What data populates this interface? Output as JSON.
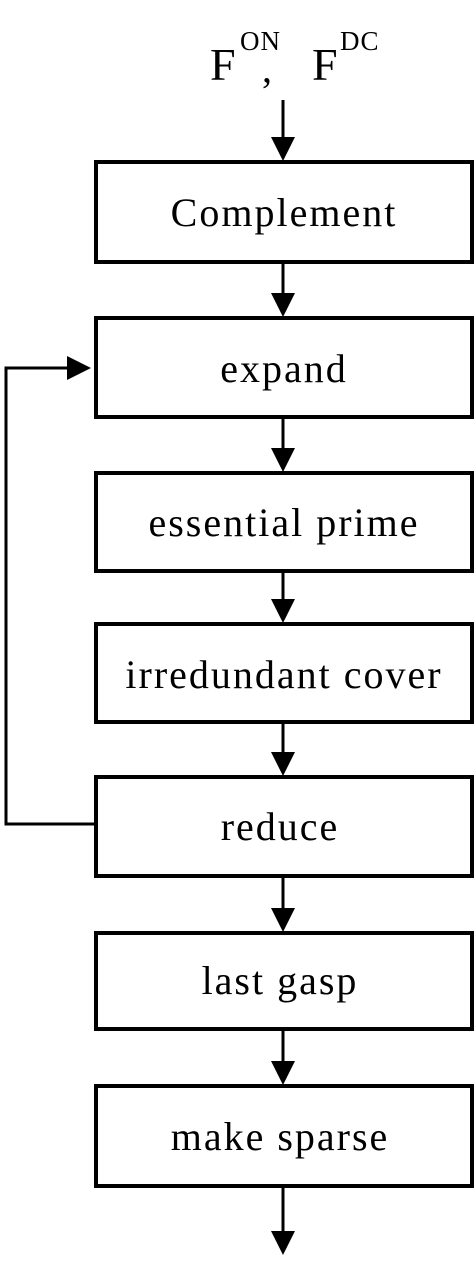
{
  "input": {
    "left_symbol": "F",
    "left_superscript": "ON",
    "separator": ",",
    "right_symbol": "F",
    "right_superscript": "DC"
  },
  "steps": [
    {
      "label": "Complement"
    },
    {
      "label": "expand"
    },
    {
      "label": "essential prime"
    },
    {
      "label": "irredundant cover"
    },
    {
      "label": "reduce"
    },
    {
      "label": "last gasp"
    },
    {
      "label": "make sparse"
    }
  ],
  "loop": {
    "from_step": 4,
    "to_step": 1
  }
}
